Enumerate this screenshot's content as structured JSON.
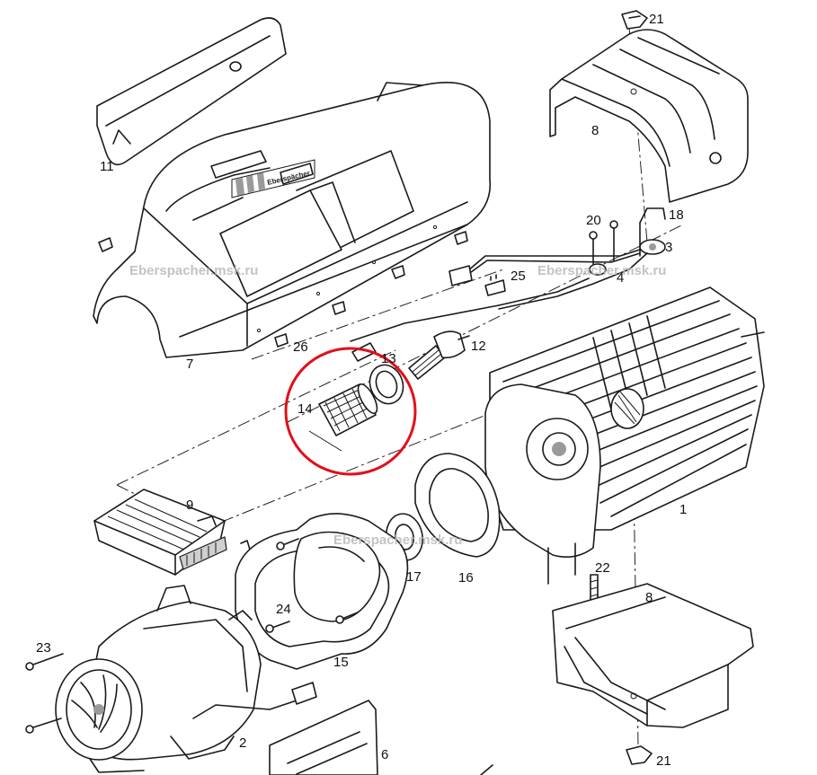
{
  "watermarks": [
    "Eberspacher.msk.ru",
    "Eberspacher.msk.ru",
    "Eberspacher.msk.ru"
  ],
  "brand_text": "Eberspächer",
  "part_labels": {
    "p1": "1",
    "p2": "2",
    "p3": "3",
    "p4": "4",
    "p6": "6",
    "p7": "7",
    "p8a": "8",
    "p8b": "8",
    "p9": "9",
    "p11": "11",
    "p12": "12",
    "p13": "13",
    "p14": "14",
    "p15": "15",
    "p16": "16",
    "p17": "17",
    "p18": "18",
    "p20": "20",
    "p21a": "21",
    "p21b": "21",
    "p22": "22",
    "p23": "23",
    "p24": "24",
    "p25": "25",
    "p26": "26"
  },
  "colors": {
    "line": "#1a1a1a",
    "highlight": "#e0101a",
    "watermark": "#b9b9b9"
  }
}
